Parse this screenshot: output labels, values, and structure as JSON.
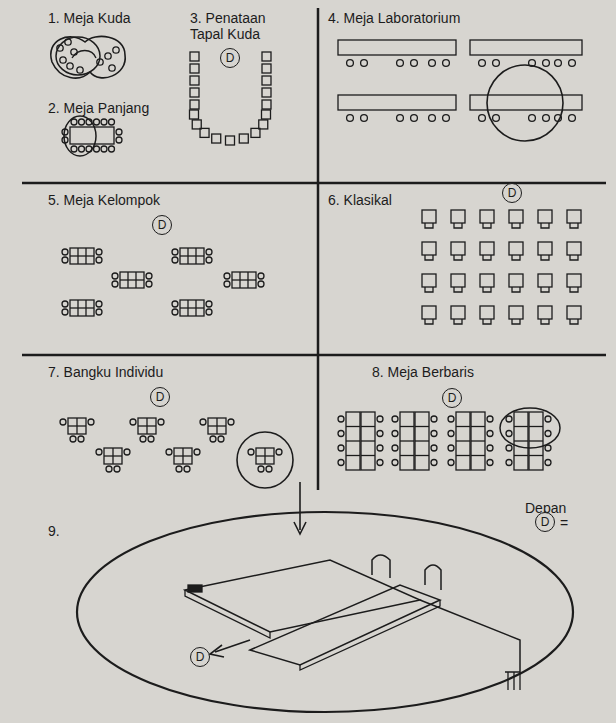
{
  "diagram": {
    "nodes": [
      {
        "text": [
          "D"
        ]
      },
      {
        "text": [
          "D"
        ]
      },
      {
        "text": [
          "D"
        ]
      },
      {
        "text": [
          "D"
        ]
      },
      {
        "text": [
          "D"
        ]
      },
      {
        "text": [
          "D"
        ]
      },
      {
        "text": [
          "D"
        ]
      }
    ],
    "labels": [
      "1. Meja Kuda",
      "3. Penataan Tapal Kuda",
      "4. Meja Laboratorium",
      "2. Meja Panjang",
      "5. Meja Kelompok",
      "6. Klasikal",
      "7. Bangku Individu",
      "8. Meja Berbaris",
      "=",
      "Depan",
      "9."
    ]
  }
}
